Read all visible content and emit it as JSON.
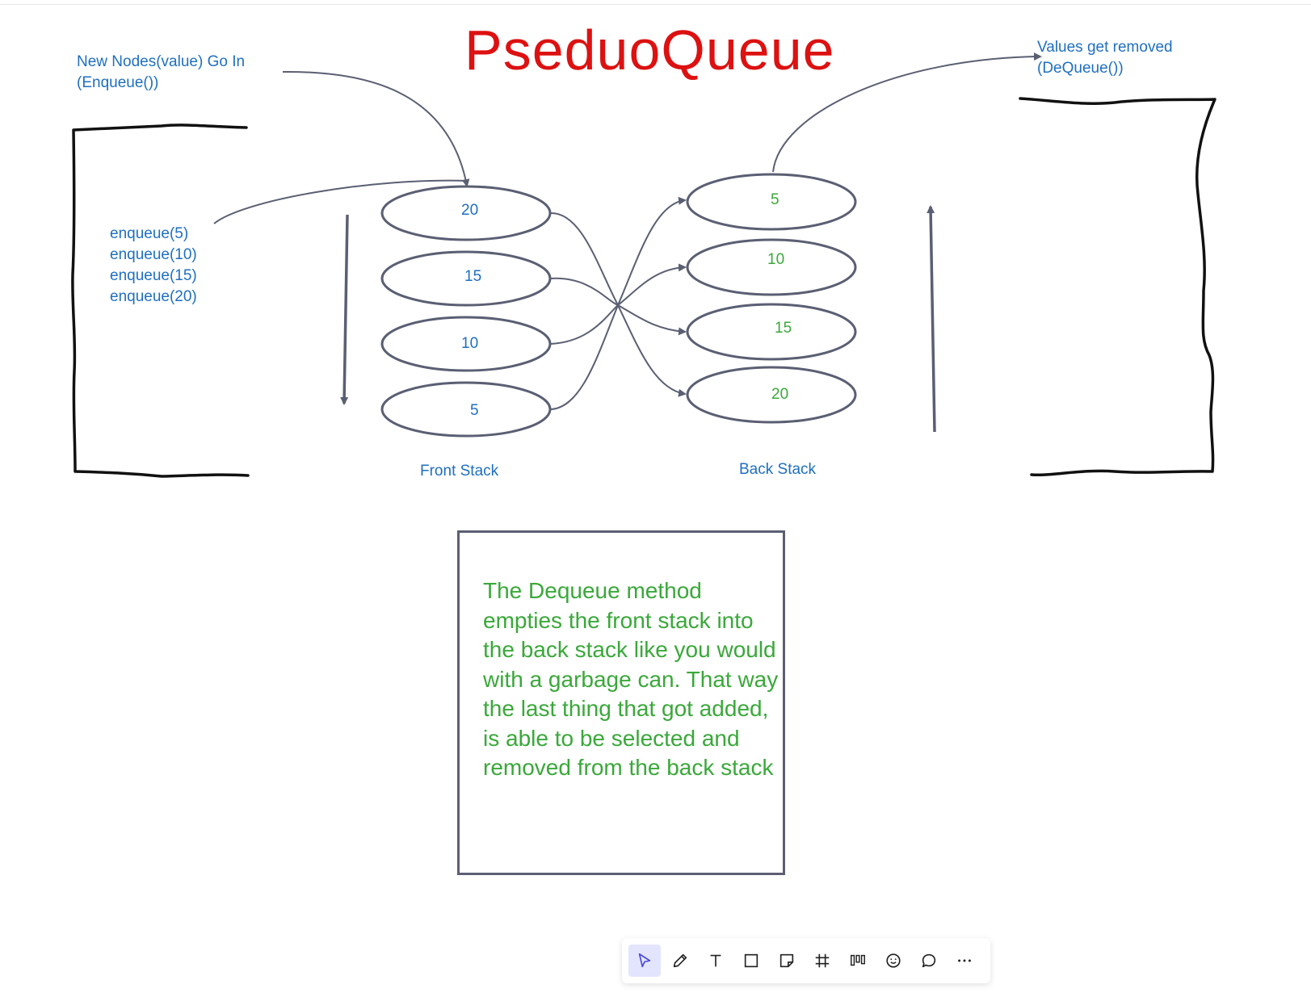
{
  "diagram": {
    "title": "PseduoQueue",
    "enqueue_note": [
      "New Nodes(value) Go In",
      "(Enqueue())"
    ],
    "dequeue_note": [
      "Values get removed",
      "(DeQueue())"
    ],
    "enqueue_calls": [
      "enqueue(5)",
      "enqueue(10)",
      "enqueue(15)",
      "enqueue(20)"
    ],
    "front_stack": {
      "label": "Front Stack",
      "nodes": [
        "20",
        "15",
        "10",
        "5"
      ]
    },
    "back_stack": {
      "label": "Back Stack",
      "nodes": [
        "5",
        "10",
        "15",
        "20"
      ]
    },
    "explanation": "The Dequeue method empties the front stack into the back stack like you would with a garbage can. That way the last thing that got added, is able to be selected and removed from the back stack",
    "colors": {
      "title": "#dd1111",
      "label": "#1f6fc0",
      "back_values": "#3aa83a",
      "stroke": "#5a5f73"
    }
  },
  "toolbar": {
    "tools": [
      {
        "name": "select-tool",
        "icon": "cursor-icon",
        "active": true
      },
      {
        "name": "pen-tool",
        "icon": "pencil-icon",
        "active": false
      },
      {
        "name": "text-tool",
        "icon": "text-icon",
        "active": false
      },
      {
        "name": "shape-tool",
        "icon": "square-icon",
        "active": false
      },
      {
        "name": "sticky-note-tool",
        "icon": "sticky-note-icon",
        "active": false
      },
      {
        "name": "frame-tool",
        "icon": "frame-icon",
        "active": false
      },
      {
        "name": "template-tool",
        "icon": "kanban-icon",
        "active": false
      },
      {
        "name": "sticker-tool",
        "icon": "sticker-icon",
        "active": false
      },
      {
        "name": "comment-tool",
        "icon": "comment-icon",
        "active": false
      },
      {
        "name": "more-tool",
        "icon": "more-icon",
        "active": false
      }
    ]
  }
}
